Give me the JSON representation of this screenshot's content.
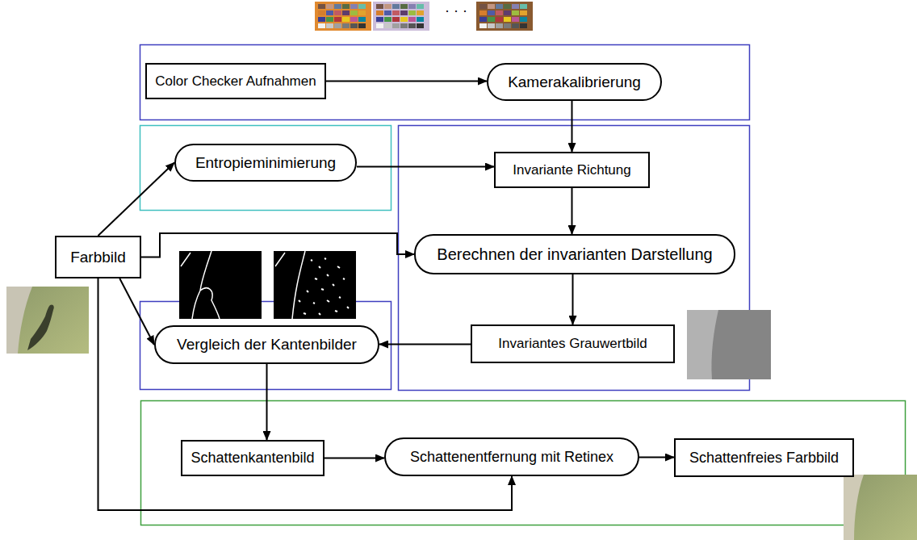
{
  "diagram": {
    "nodes": [
      {
        "text": [
          "Color Checker Aufnahmen"
        ]
      },
      {
        "text": [
          "Kamerakalibrierung"
        ]
      },
      {
        "text": [
          "Entropieminimierung"
        ]
      },
      {
        "text": [
          "Invariante Richtung"
        ]
      },
      {
        "text": [
          "Farbbild"
        ]
      },
      {
        "text": [
          "Berechnen der invarianten Darstellung"
        ]
      },
      {
        "text": [
          "Vergleich der Kantenbilder"
        ]
      },
      {
        "text": [
          "Invariantes Grauwertbild"
        ]
      },
      {
        "text": [
          "Schattenkantenbild"
        ]
      },
      {
        "text": [
          "Schattenentfernung mit Retinex"
        ]
      },
      {
        "text": [
          "Schattenfreies Farbbild"
        ]
      }
    ],
    "edges": [
      {
        "from": 0,
        "to": 1,
        "arrow": "to"
      },
      {
        "from": 1,
        "to": 3,
        "arrow": "to"
      },
      {
        "from": 4,
        "to": 2,
        "arrow": "to"
      },
      {
        "from": 2,
        "to": 3,
        "arrow": "to"
      },
      {
        "from": 3,
        "to": 5,
        "arrow": "to"
      },
      {
        "from": 4,
        "to": 5,
        "arrow": "to"
      },
      {
        "from": 5,
        "to": 7,
        "arrow": "to"
      },
      {
        "from": 7,
        "to": 6,
        "arrow": "to"
      },
      {
        "from": 4,
        "to": 6,
        "arrow": "to"
      },
      {
        "from": 6,
        "to": 8,
        "arrow": "to"
      },
      {
        "from": 8,
        "to": 9,
        "arrow": "to"
      },
      {
        "from": 9,
        "to": 10,
        "arrow": "to"
      },
      {
        "from": 4,
        "to": 9,
        "arrow": "to"
      }
    ],
    "labels": [
      "· · ·"
    ]
  }
}
